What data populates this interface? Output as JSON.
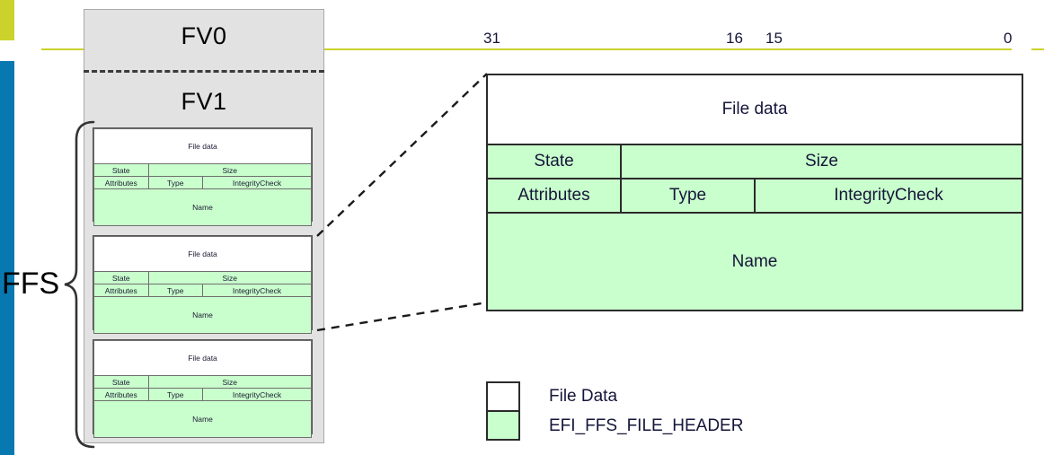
{
  "decoration": {
    "yellow_block_color": "#CBD22B",
    "blue_bar_color": "#0878B0",
    "yellow_rule_color": "#CBD22B"
  },
  "fv_panel": {
    "background_color": "#E2E2E2",
    "fv0_label": "FV0",
    "fv1_label": "FV1",
    "blocks": [
      {
        "file_data": "File data",
        "state": "State",
        "size": "Size",
        "attributes": "Attributes",
        "type": "Type",
        "integrity_check": "IntegrityCheck",
        "name": "Name"
      },
      {
        "file_data": "File data",
        "state": "State",
        "size": "Size",
        "attributes": "Attributes",
        "type": "Type",
        "integrity_check": "IntegrityCheck",
        "name": "Name"
      },
      {
        "file_data": "File data",
        "state": "State",
        "size": "Size",
        "attributes": "Attributes",
        "type": "Type",
        "integrity_check": "IntegrityCheck",
        "name": "Name"
      }
    ]
  },
  "brace": {
    "label": "FFS"
  },
  "bit_ruler": {
    "ticks": [
      "31",
      "16",
      "15",
      "0"
    ]
  },
  "detail_table": {
    "file_data": "File data",
    "state": "State",
    "size": "Size",
    "attributes": "Attributes",
    "type": "Type",
    "integrity_check": "IntegrityCheck",
    "name": "Name",
    "file_data_color": "#FFFFFF",
    "header_color": "#C9FFCC"
  },
  "legend": {
    "items": [
      {
        "label": "File Data",
        "color": "#FFFFFF"
      },
      {
        "label": "EFI_FFS_FILE_HEADER",
        "color": "#C9FFCC"
      }
    ]
  }
}
